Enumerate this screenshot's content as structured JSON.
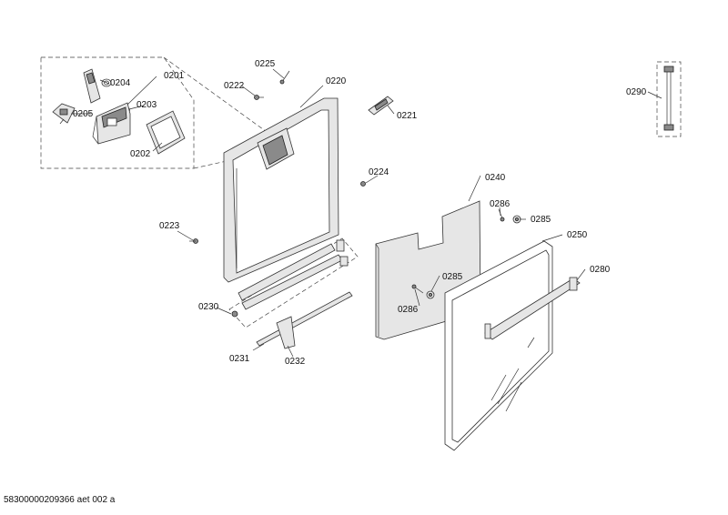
{
  "labels": {
    "l0201": "0201",
    "l0202": "0202",
    "l0203": "0203",
    "l0204": "0204",
    "l0205": "0205",
    "l0220": "0220",
    "l0221": "0221",
    "l0222": "0222",
    "l0223": "0223",
    "l0224": "0224",
    "l0225": "0225",
    "l0230": "0230",
    "l0231": "0231",
    "l0232": "0232",
    "l0240": "0240",
    "l0250": "0250",
    "l0280": "0280",
    "l0285a": "0285",
    "l0285b": "0285",
    "l0286a": "0286",
    "l0286b": "0286",
    "l0290": "0290"
  },
  "footer": "58300000209366 aet 002 a"
}
